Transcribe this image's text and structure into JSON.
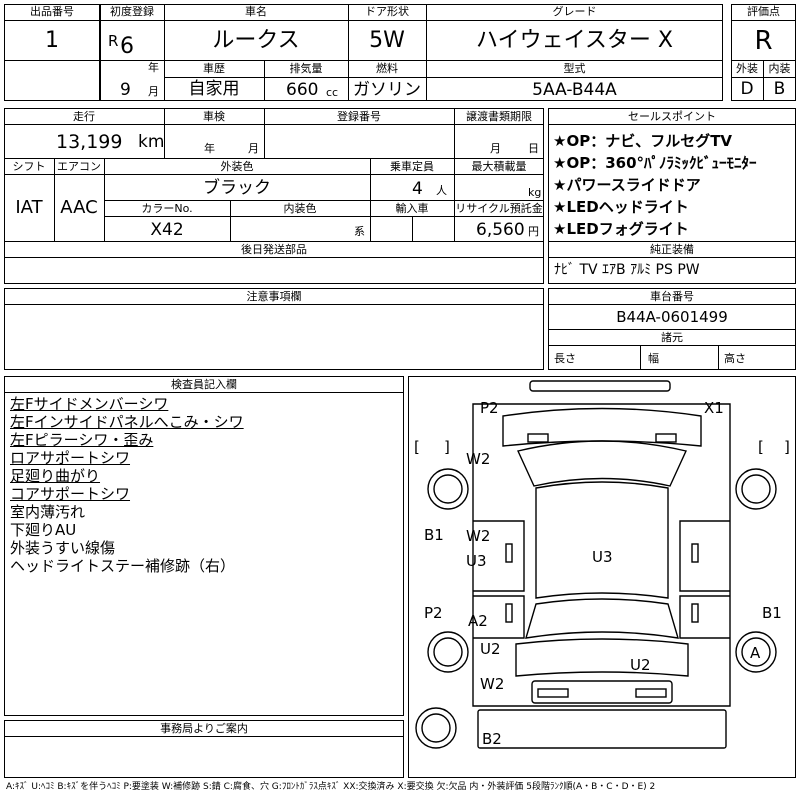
{
  "header": {
    "lot_label": "出品番号",
    "lot_value": "1",
    "reg_label": "初度登録",
    "reg_era": "R",
    "reg_year": "6",
    "year_unit": "年",
    "reg_month": "9",
    "month_unit": "月",
    "name_label": "車名",
    "name_value": "ルークス",
    "door_label": "ドア形状",
    "door_value": "5W",
    "grade_label": "グレード",
    "grade_value": "ハイウェイスター X",
    "score_label": "評価点",
    "score_value": "R",
    "history_label": "車歴",
    "history_value": "自家用",
    "displacement_label": "排気量",
    "displacement_value": "660",
    "displacement_unit": "cc",
    "fuel_label": "燃料",
    "fuel_value": "ガソリン",
    "model_label": "型式",
    "model_value": "5AA-B44A",
    "exterior_grade_label": "外装",
    "exterior_grade_value": "D",
    "interior_grade_label": "内装",
    "interior_grade_value": "B"
  },
  "row2": {
    "mileage_label": "走行",
    "mileage_value": "13,199",
    "mileage_unit": "km",
    "inspection_label": "車検",
    "inspection_year_unit": "年",
    "inspection_month_unit": "月",
    "regno_label": "登録番号",
    "transfer_label": "譲渡書類期限",
    "transfer_month_unit": "月",
    "transfer_day_unit": "日",
    "shift_label": "シフト",
    "shift_value": "IAT",
    "ac_label": "エアコン",
    "ac_value": "AAC",
    "color_label": "外装色",
    "color_value": "ブラック",
    "capacity_label": "乗車定員",
    "capacity_value": "4",
    "capacity_unit": "人",
    "load_label": "最大積載量",
    "load_unit": "kg",
    "colorno_label": "カラーNo.",
    "colorno_value": "X42",
    "interior_color_label": "内装色",
    "interior_color_unit": "系",
    "import_label": "輸入車",
    "recycle_label": "リサイクル預託金",
    "recycle_value": "6,560",
    "recycle_unit": "円",
    "later_parts_label": "後日発送部品"
  },
  "sales": {
    "label": "セールスポイント",
    "points": [
      "★OP：ナビ、フルセグTV",
      "★OP：360°ﾊﾟﾉﾗﾐｯｸﾋﾞｭｰﾓﾆﾀｰ",
      "★パワースライドドア",
      "★LEDヘッドライト",
      "★LEDフォグライト"
    ]
  },
  "equipment": {
    "label": "純正装備",
    "value": "ﾅﾋﾞ TV ｴｱB ｱﾙﾐ PS PW"
  },
  "caution": {
    "label": "注意事項欄"
  },
  "chassis": {
    "label": "車台番号",
    "value": "B44A-0601499"
  },
  "dimensions": {
    "label": "諸元",
    "length": "長さ",
    "width": "幅",
    "height": "高さ"
  },
  "inspector": {
    "label": "検査員記入欄",
    "notes": [
      {
        "text": "左Fサイドメンバーシワ",
        "u": true
      },
      {
        "text": "左Fインサイドパネルへこみ・シワ",
        "u": true
      },
      {
        "text": "左Fピラーシワ・歪み",
        "u": true
      },
      {
        "text": "ロアサポートシワ",
        "u": true
      },
      {
        "text": "足廻り曲がり",
        "u": true
      },
      {
        "text": "コアサポートシワ",
        "u": true
      },
      {
        "text": "室内薄汚れ",
        "u": false
      },
      {
        "text": "下廻りAU",
        "u": false
      },
      {
        "text": "外装うすい線傷",
        "u": false
      },
      {
        "text": "ヘッドライトステー補修跡（右）",
        "u": false
      }
    ]
  },
  "office": {
    "label": "事務局よりご案内"
  },
  "damage_marks": [
    "P2",
    "X1",
    "W2",
    "B1",
    "W2",
    "U3",
    "U3",
    "P2",
    "A2",
    "B1",
    "U2",
    "U2",
    "A",
    "W2",
    "B2",
    "[",
    "]",
    "[",
    "]"
  ],
  "legend": "A:ｷｽﾞ U:ﾍｺﾐ B:ｷｽﾞを伴うﾍｺﾐ P:要塗装 W:補修跡 S:錆 C:腐食、穴 G:ﾌﾛﾝﾄｶﾞﾗｽ点ｷｽﾞ XX:交換済み X:要交換 欠:欠品 内・外装評価 5段階ﾗﾝｸ順(A・B・C・D・E) 2"
}
